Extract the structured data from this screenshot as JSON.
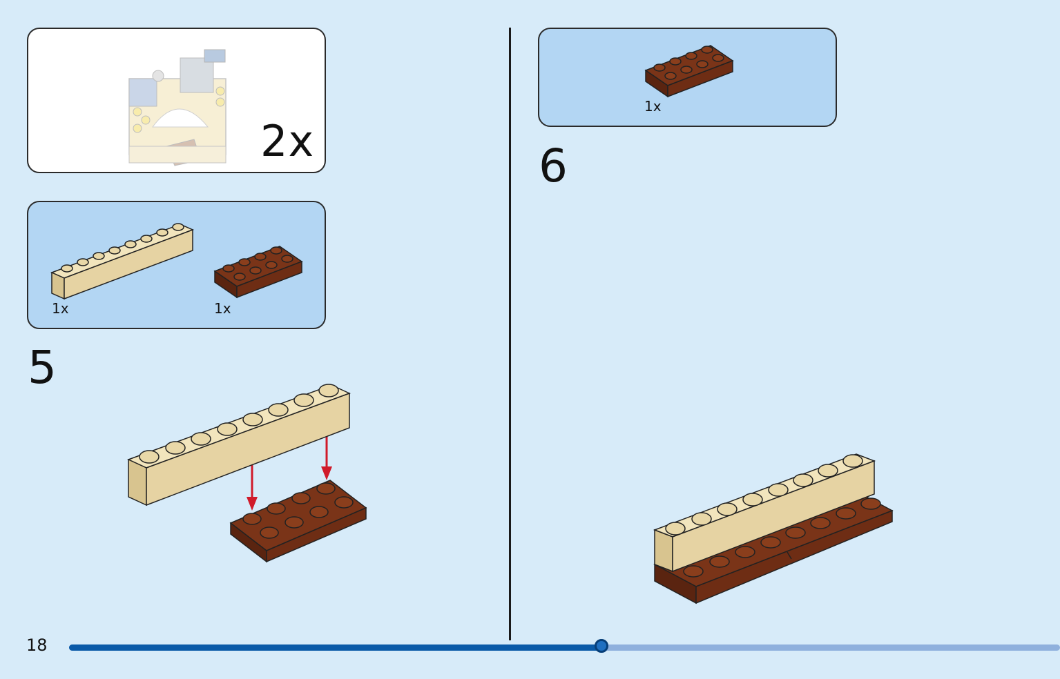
{
  "page": {
    "number": "18"
  },
  "progress": {
    "fraction": 0.537
  },
  "colors": {
    "background": "#d7ebf9",
    "parts_box": "#b3d6f3",
    "tan_brick": "#e6d3a3",
    "brown_plate": "#6e2d14",
    "arrow": "#d01a2a",
    "progress_fill": "#0a5aa8",
    "progress_track": "#8fb0dd"
  },
  "submodel": {
    "multiplier": "2x"
  },
  "step5": {
    "number": "5",
    "parts": [
      {
        "name": "tan-brick-1x8",
        "qty": "1x"
      },
      {
        "name": "brown-plate-2x4",
        "qty": "1x"
      }
    ]
  },
  "step6": {
    "number": "6",
    "parts": [
      {
        "name": "brown-plate-2x4",
        "qty": "1x"
      }
    ]
  }
}
